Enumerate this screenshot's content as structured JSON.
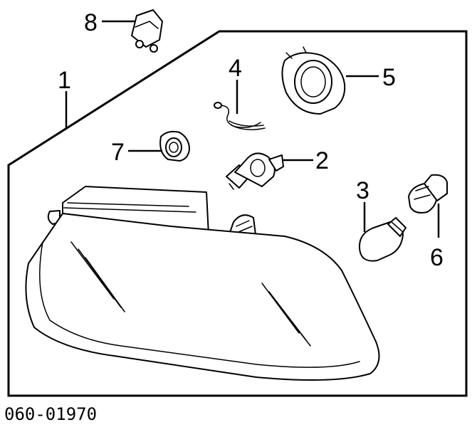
{
  "diagram_code": "060-01970",
  "colors": {
    "line": "#000000",
    "background": "#ffffff"
  },
  "callouts": [
    {
      "id": "1",
      "label": "1"
    },
    {
      "id": "2",
      "label": "2"
    },
    {
      "id": "3",
      "label": "3"
    },
    {
      "id": "4",
      "label": "4"
    },
    {
      "id": "5",
      "label": "5"
    },
    {
      "id": "6",
      "label": "6"
    },
    {
      "id": "7",
      "label": "7"
    },
    {
      "id": "8",
      "label": "8"
    }
  ]
}
